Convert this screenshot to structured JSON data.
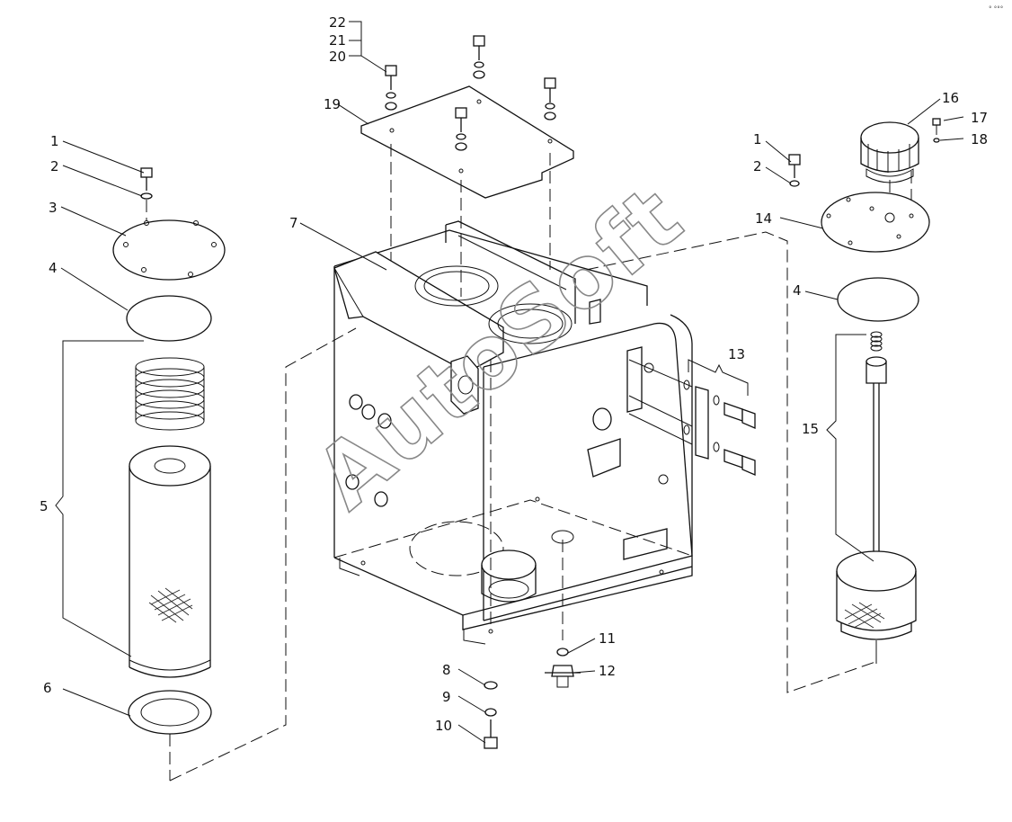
{
  "watermark": "AutoSoft",
  "corner_mark": "° °°°",
  "labels": {
    "l1a": "1",
    "l2a": "2",
    "l3": "3",
    "l4a": "4",
    "l5": "5",
    "l6": "6",
    "l7": "7",
    "l8": "8",
    "l9": "9",
    "l10": "10",
    "l11": "11",
    "l12": "12",
    "l13": "13",
    "l14": "14",
    "l15": "15",
    "l16": "16",
    "l17": "17",
    "l18": "18",
    "l19": "19",
    "l20": "20",
    "l21": "21",
    "l22": "22",
    "l1b": "1",
    "l2b": "2",
    "l4b": "4"
  }
}
